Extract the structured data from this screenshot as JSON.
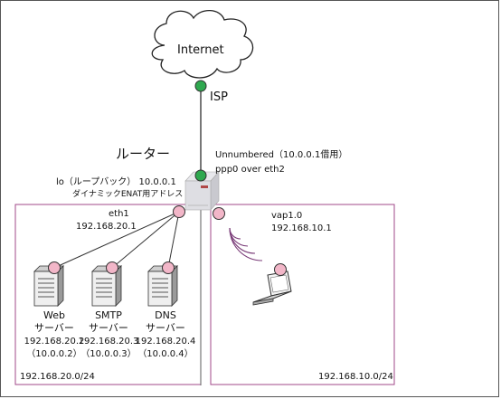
{
  "internet": {
    "label": "Internet"
  },
  "isp": {
    "label": "ISP"
  },
  "router": {
    "title": "ルーター",
    "wan_unnumbered": "Unnumbered（10.0.0.1借用）",
    "wan_ppp": "ppp0 over eth2",
    "loopback": "lo（ループバック） 10.0.0.1",
    "loopback_note": "ダイナミックENAT用アドレス"
  },
  "lan_left": {
    "iface": "eth1",
    "iface_ip": "192.168.20.1",
    "network": "192.168.20.0/24",
    "servers": [
      {
        "name": "Web",
        "role": "サーバー",
        "ip": "192.168.20.2",
        "nat_ip": "（10.0.0.2）"
      },
      {
        "name": "SMTP",
        "role": "サーバー",
        "ip": "192.168.20.3",
        "nat_ip": "（10.0.0.3）"
      },
      {
        "name": "DNS",
        "role": "サーバー",
        "ip": "192.168.20.4",
        "nat_ip": "（10.0.0.4）"
      }
    ]
  },
  "lan_right": {
    "iface": "vap1.0",
    "iface_ip": "192.168.10.1",
    "network": "192.168.10.0/24"
  },
  "colors": {
    "connector_pink": "#f2b6c8",
    "connector_green": "#2fa84f",
    "box_border": "#a0488a",
    "wifi": "#7a3c78"
  }
}
